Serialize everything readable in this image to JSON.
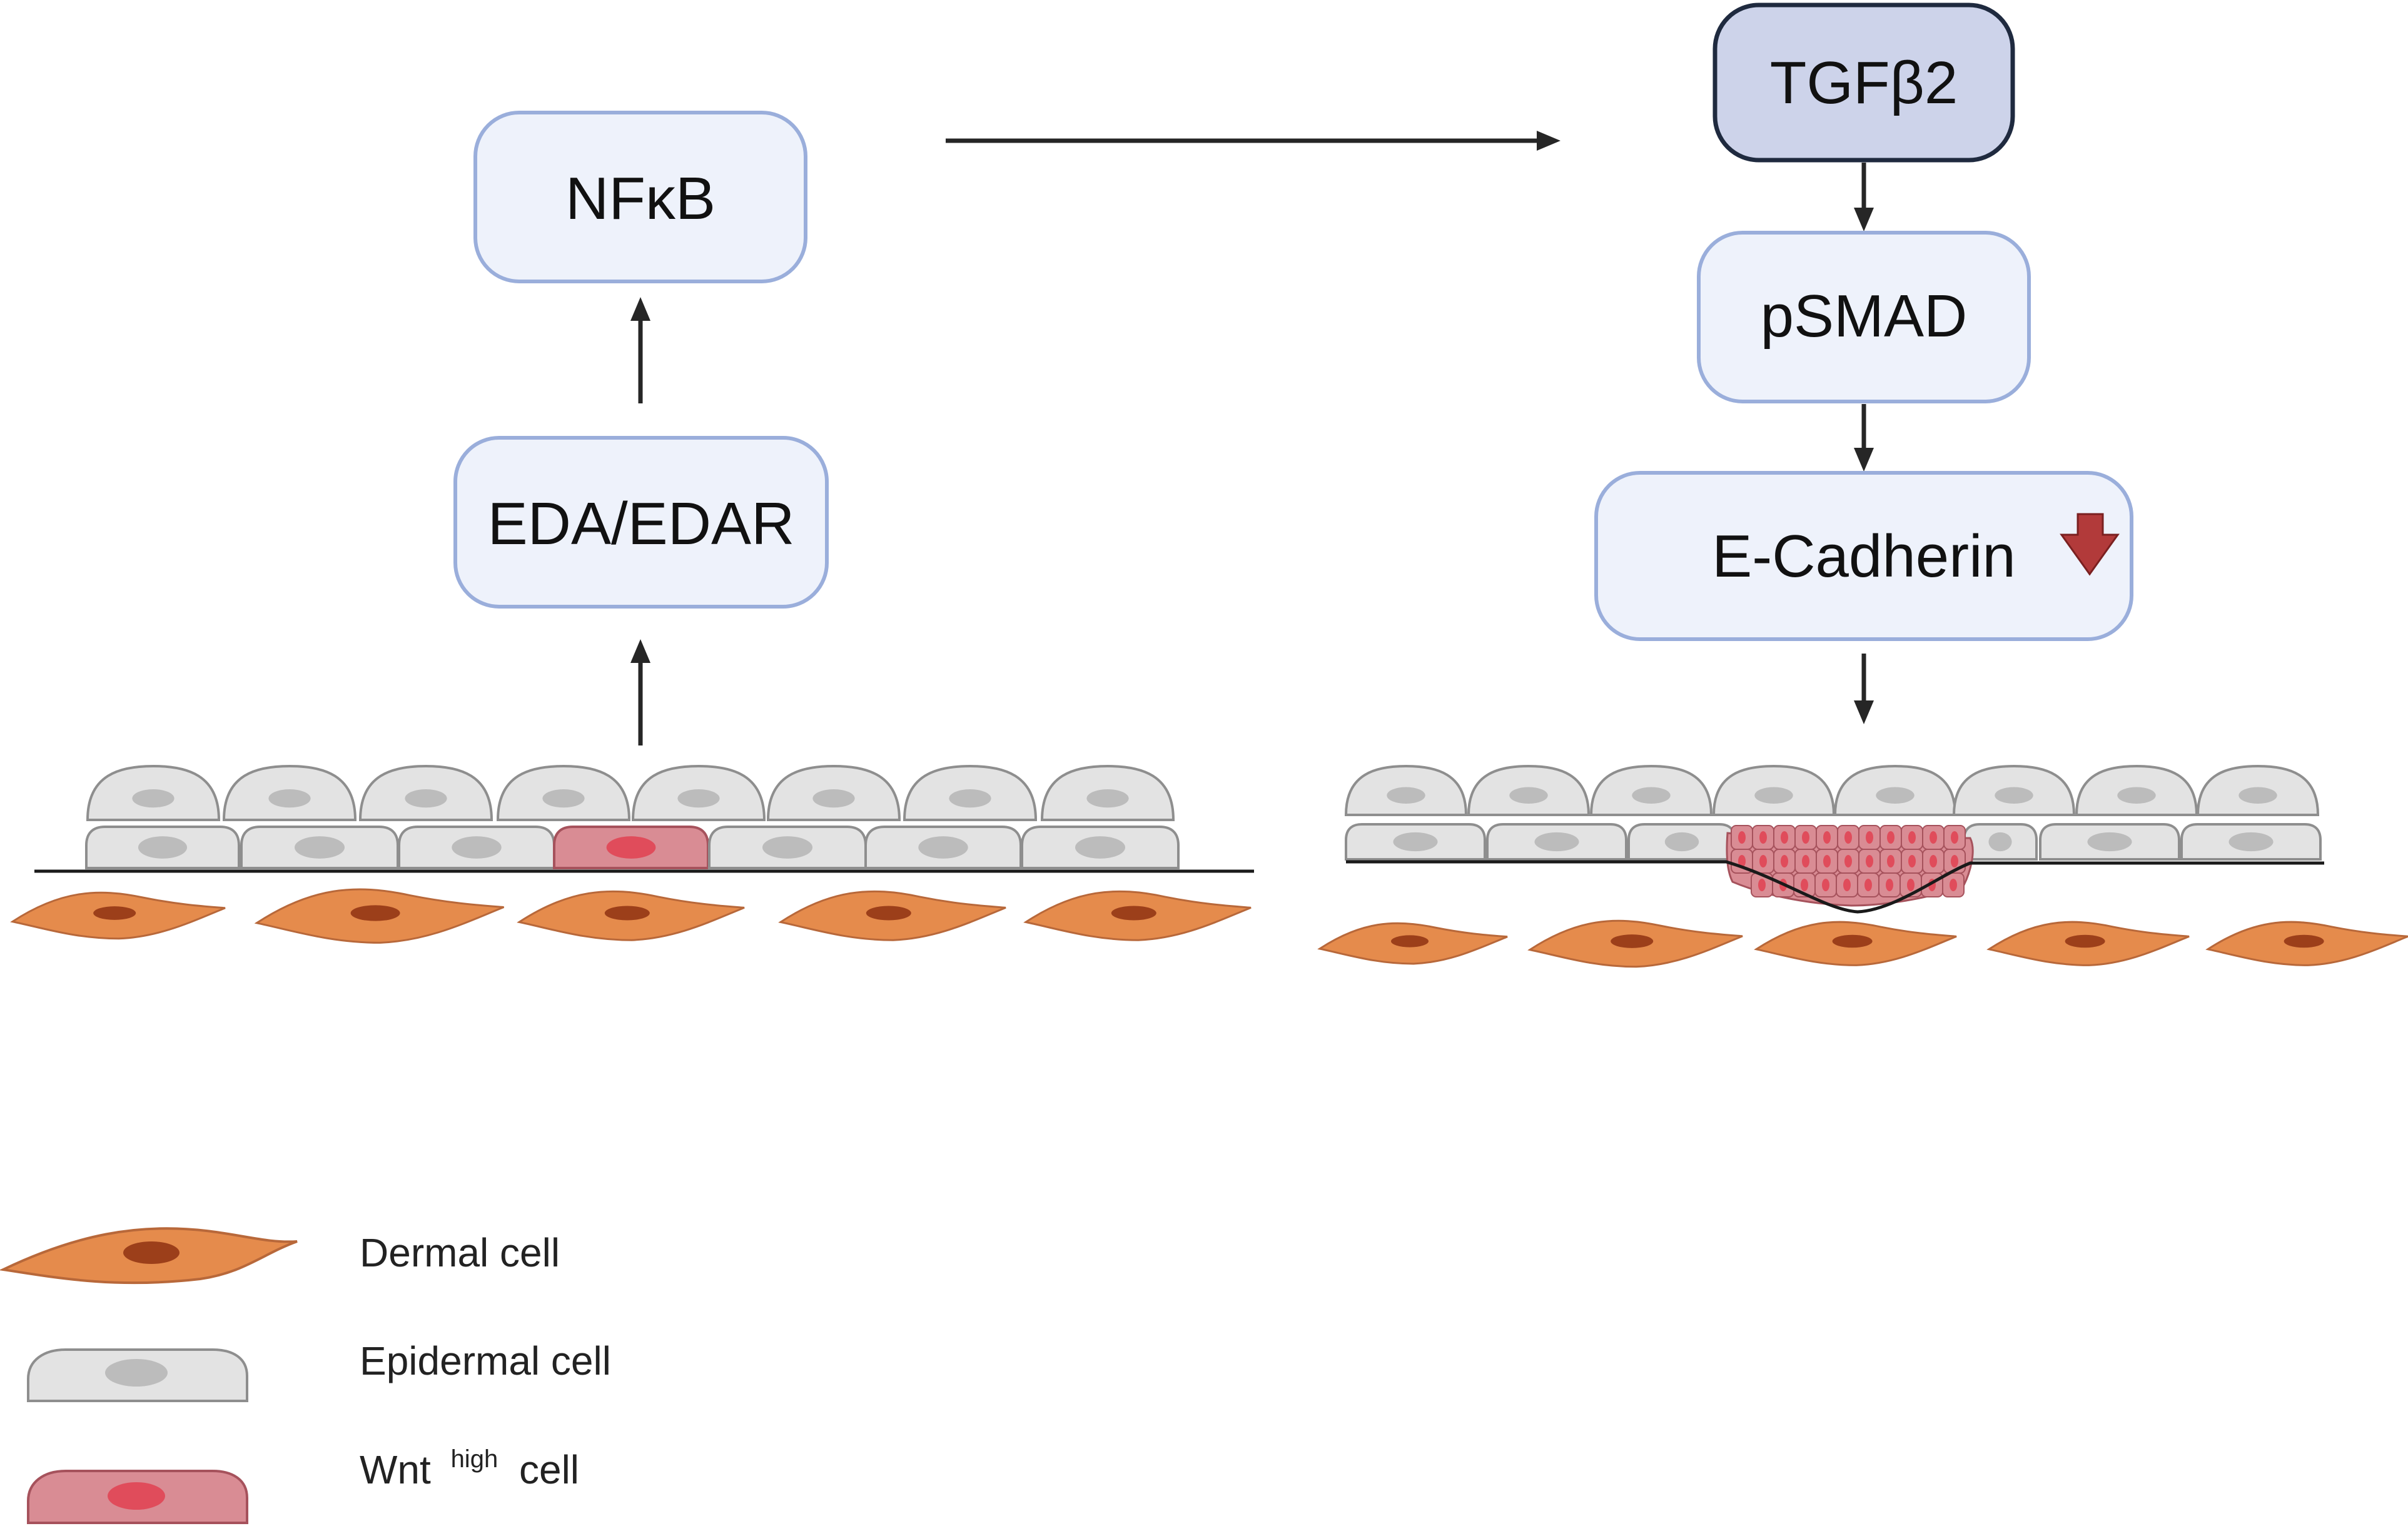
{
  "nodes": {
    "nfkb": "NFκB",
    "eda_edar": "EDA/EDAR",
    "tgfb2": "TGFβ2",
    "psmad": "pSMAD",
    "e_cadherin": "E-Cadherin"
  },
  "legend": {
    "dermal": "Dermal cell",
    "epidermal": "Epidermal cell",
    "wnt_prefix": "Wnt",
    "wnt_sup": "high",
    "wnt_suffix": "cell"
  },
  "colors": {
    "box_fill": "#eef2fb",
    "box_stroke": "#9aaedb",
    "tgf_fill": "#cdd3ea",
    "tgf_stroke": "#1f2a3f",
    "arrow": "#262626",
    "epidermal_fill": "#e3e3e3",
    "epidermal_nucleus": "#bcbcbc",
    "cell_stroke": "#8e8e8e",
    "wnt_fill": "#d98c94",
    "wnt_nucleus": "#e04c5b",
    "wnt_stroke": "#a6525c",
    "dermal_fill": "#e58b4c",
    "dermal_nucleus": "#9c3f1a",
    "down_arrow": "#b23a3a"
  }
}
